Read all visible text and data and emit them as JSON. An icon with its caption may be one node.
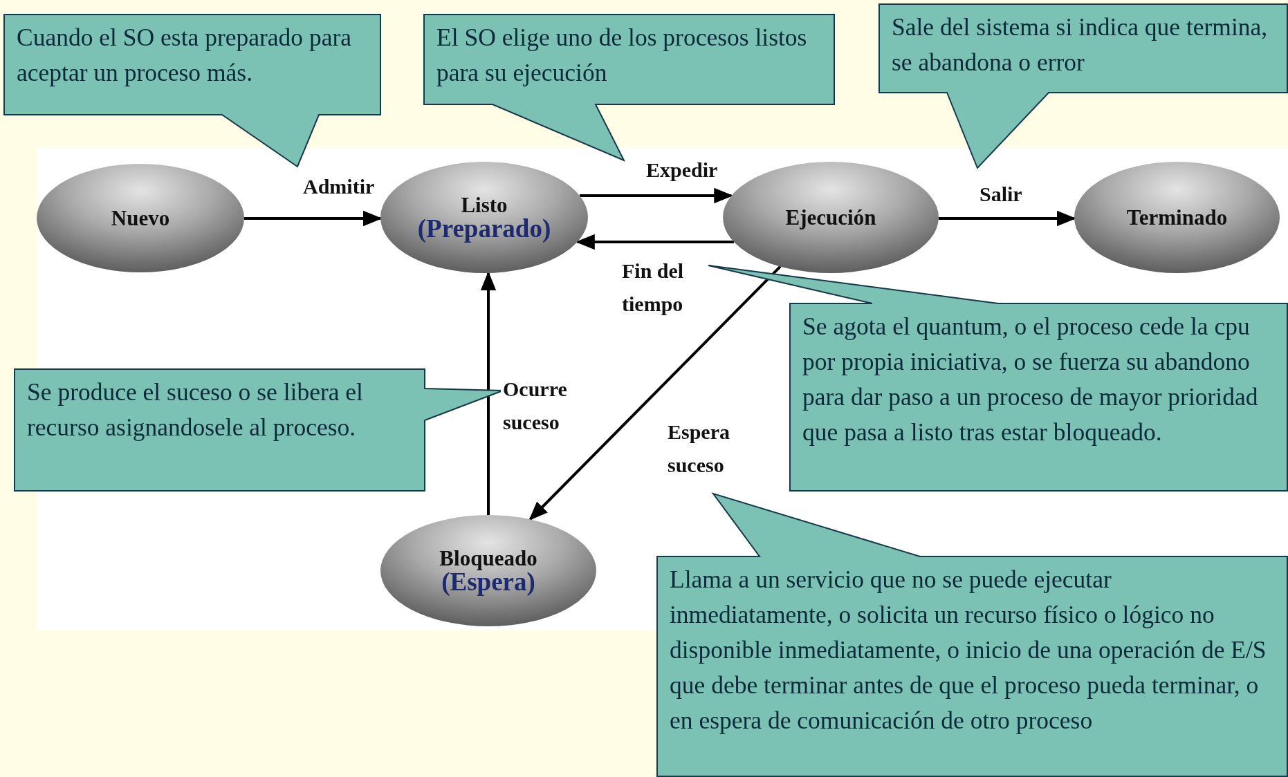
{
  "diagram": {
    "nodes": [
      {
        "text": [
          "Nuevo"
        ]
      },
      {
        "text": [
          "Listo",
          "(Preparado)"
        ]
      },
      {
        "text": [
          "Ejecución"
        ]
      },
      {
        "text": [
          "Terminado"
        ]
      },
      {
        "text": [
          "Bloqueado",
          "(Espera)"
        ]
      },
      {
        "text": [
          "Cuando el SO esta preparado para aceptar un proceso más."
        ]
      },
      {
        "text": [
          "El SO elige uno de los procesos listos para su ejecución"
        ]
      },
      {
        "text": [
          "Sale del sistema si indica que termina, se abandona o error"
        ]
      },
      {
        "text": [
          "Se produce el suceso o se libera el recurso asignandosele al proceso."
        ]
      },
      {
        "text": [
          "Se agota el quantum, o el proceso cede la cpu por propia iniciativa, o se fuerza su abandono para dar paso a un proceso de mayor prioridad que pasa a listo tras estar bloqueado."
        ]
      },
      {
        "text": [
          "Llama a un servicio que no se puede ejecutar inmediatamente, o solicita un recurso físico o lógico no disponible inmediatamente, o inicio de una operación de E/S que debe terminar antes de que el proceso pueda terminar, o en espera de comunicación de otro proceso"
        ]
      }
    ],
    "edges": [
      {
        "from": 0,
        "to": 1,
        "arrow": "to",
        "label": "Admitir"
      },
      {
        "from": 1,
        "to": 2,
        "arrow": "to",
        "label": "Expedir"
      },
      {
        "from": 2,
        "to": 1,
        "arrow": "to",
        "label": "Fin del tiempo"
      },
      {
        "from": 2,
        "to": 3,
        "arrow": "to",
        "label": "Salir"
      },
      {
        "from": 2,
        "to": 4,
        "arrow": "to",
        "label": "Espera suceso"
      },
      {
        "from": 4,
        "to": 1,
        "arrow": "to",
        "label": "Ocurre suceso"
      }
    ]
  }
}
